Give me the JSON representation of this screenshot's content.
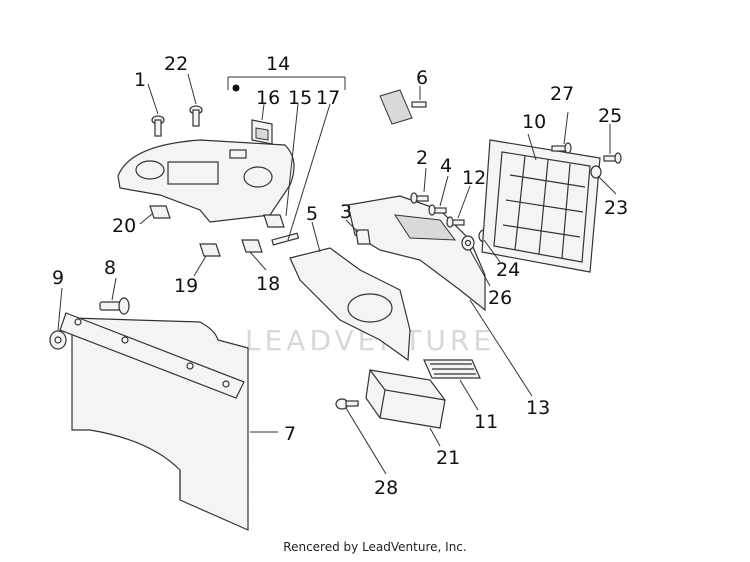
{
  "callouts": {
    "c1": "1",
    "c2": "2",
    "c3": "3",
    "c4": "4",
    "c5": "5",
    "c6": "6",
    "c7": "7",
    "c8": "8",
    "c9": "9",
    "c10": "10",
    "c11": "11",
    "c12": "12",
    "c13": "13",
    "c14": "14",
    "c15": "15",
    "c16": "16",
    "c17": "17",
    "c18": "18",
    "c19": "19",
    "c20": "20",
    "c21": "21",
    "c22": "22",
    "c23": "23",
    "c24": "24",
    "c25": "25",
    "c26": "26",
    "c27": "27",
    "c28": "28"
  },
  "watermark": {
    "text": "LEADVENTURE"
  },
  "footer": {
    "text": "Rencered by LeadVenture, Inc."
  }
}
